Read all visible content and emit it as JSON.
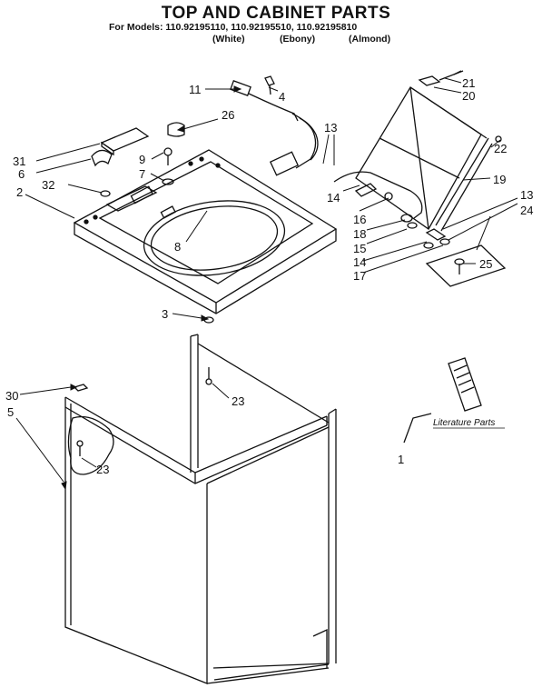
{
  "title": "TOP AND CABINET PARTS",
  "models_line": "For Models: 110.92195110, 110.92195510, 110.92195810",
  "colors": [
    "(White)",
    "(Ebony)",
    "(Almond)"
  ],
  "literature_label": "Literature Parts",
  "callouts": [
    "21",
    "4",
    "11",
    "20",
    "26",
    "13",
    "31",
    "22",
    "6",
    "9",
    "7",
    "19",
    "2",
    "32",
    "14",
    "13",
    "16",
    "24",
    "18",
    "8",
    "15",
    "14",
    "25",
    "17",
    "3",
    "30",
    "23",
    "5",
    "23",
    "1"
  ]
}
